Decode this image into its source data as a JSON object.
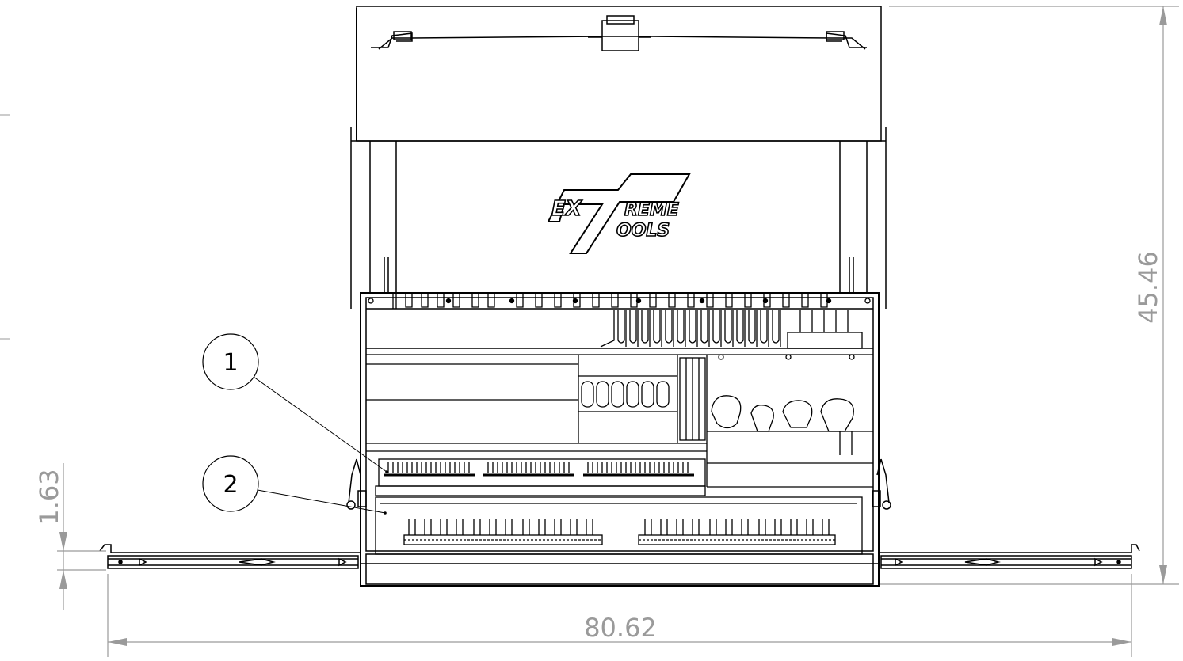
{
  "drawing": {
    "subject": "tool chest with open lid, front view",
    "colors": {
      "line": "#000000",
      "dimension": "#9a9a9a",
      "background": "#ffffff"
    }
  },
  "dimensions": {
    "overall_width": "80.62",
    "overall_height": "45.46",
    "rail_height": "1.63"
  },
  "balloons": [
    {
      "label": "1"
    },
    {
      "label": "2"
    }
  ],
  "logo": {
    "line1": "EX",
    "big_letter": "T",
    "line2": "REME",
    "line3": "OOLS"
  }
}
